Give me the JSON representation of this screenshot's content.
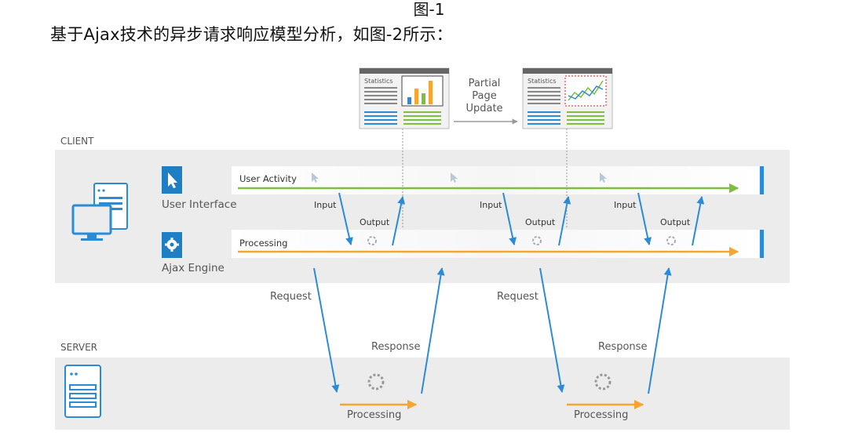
{
  "figure_caption": "图-1",
  "intro_text": "基于Ajax技术的异步请求响应模型分析，如图-2所示：",
  "colors": {
    "panel": "#ececec",
    "arrow_blue": "#2c8bd6",
    "arrow_green": "#7dbf3d",
    "arrow_orange": "#f7a531",
    "icon_blue": "#1e7fc5",
    "label_gray": "#555555"
  },
  "diagram": {
    "client_label": "CLIENT",
    "server_label": "SERVER",
    "user_interface_label": "User Interface",
    "ajax_engine_label": "Ajax Engine",
    "user_activity_label": "User Activity",
    "processing_label": "Processing",
    "input_label": "Input",
    "output_label": "Output",
    "request_label": "Request",
    "response_label": "Response",
    "server_processing_label": "Processing",
    "partial_update": [
      "Partial",
      "Page",
      "Update"
    ],
    "page_thumbs": [
      {
        "title": "Statistics",
        "chart": "bar-chart"
      },
      {
        "title": "Statistics",
        "chart": "line-chart"
      }
    ]
  }
}
